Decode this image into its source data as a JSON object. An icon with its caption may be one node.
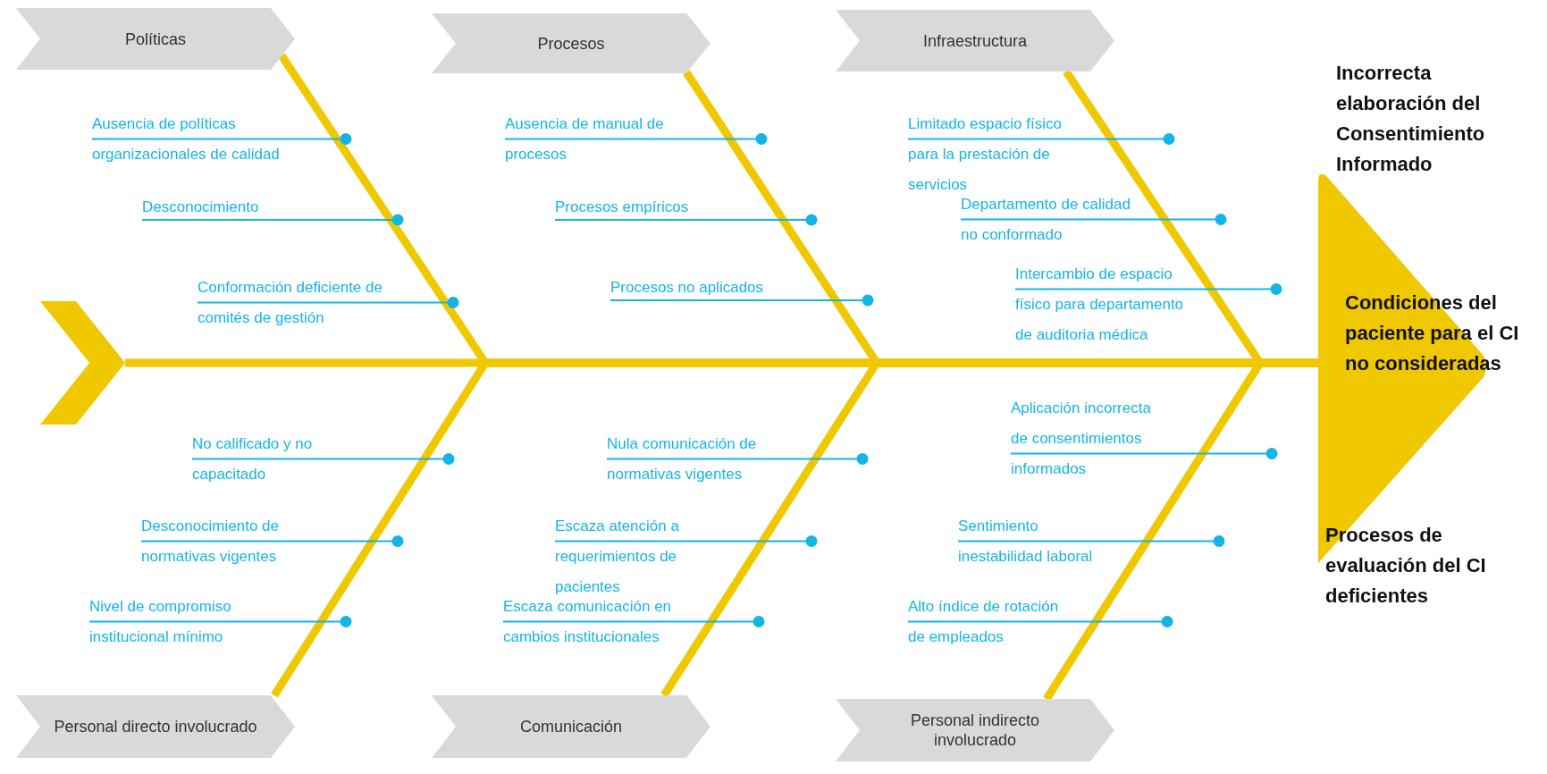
{
  "diagram": {
    "nodes": [
      {
        "text": [
          "Políticas"
        ]
      },
      {
        "text": [
          "Ausencia de políticas organizacionales de calidad"
        ]
      },
      {
        "text": [
          "Desconocimiento"
        ]
      },
      {
        "text": [
          "Conformación deficiente de comités de gestión"
        ]
      },
      {
        "text": [
          "Procesos"
        ]
      },
      {
        "text": [
          "Ausencia de manual de procesos"
        ]
      },
      {
        "text": [
          "Procesos empíricos"
        ]
      },
      {
        "text": [
          "Procesos no aplicados"
        ]
      },
      {
        "text": [
          "Infraestructura"
        ]
      },
      {
        "text": [
          "Limitado espacio físico para la prestación de servicios"
        ]
      },
      {
        "text": [
          "Departamento de calidad no conformado"
        ]
      },
      {
        "text": [
          "Intercambio de espacio físico para departamento de auditoria médica"
        ]
      },
      {
        "text": [],
        "shape": "chevron"
      },
      {
        "text": [
          "Incorrecta elaboración del Consentimiento Informado",
          "Condiciones del paciente para el CI no consideradas",
          "Procesos de evaluación del CI deficientes"
        ]
      },
      {
        "text": [
          "Personal directo involucrado"
        ]
      },
      {
        "text": [
          "No calificado y no capacitado"
        ]
      },
      {
        "text": [
          "Desconocimiento de normativas vigentes"
        ]
      },
      {
        "text": [
          "Nivel de compromiso institucional mínimo"
        ]
      },
      {
        "text": [
          "Comunicación"
        ]
      },
      {
        "text": [
          "Nula comunicación de normativas vigentes"
        ]
      },
      {
        "text": [
          "Escaza atención a requerimientos de pacientes"
        ]
      },
      {
        "text": [
          "Escaza comunicación en cambios institucionales"
        ]
      },
      {
        "text": [
          "Personal indirecto involucrado"
        ]
      },
      {
        "text": [
          "Aplicación incorrecta de consentimientos informados"
        ]
      },
      {
        "text": [
          "Sentimiento inestabilidad laboral"
        ]
      },
      {
        "text": [
          "Alto índice de rotación de empleados"
        ]
      }
    ],
    "edges": [
      {
        "from": 12,
        "to": 13,
        "arrow": "none",
        "style": "thick",
        "color": "#f0c800"
      },
      {
        "from": 0,
        "to": 13,
        "arrow": "none",
        "style": "thick",
        "color": "#f0c800"
      },
      {
        "from": 4,
        "to": 13,
        "arrow": "none",
        "style": "thick",
        "color": "#f0c800"
      },
      {
        "from": 8,
        "to": 13,
        "arrow": "none",
        "style": "thick",
        "color": "#f0c800"
      },
      {
        "from": 14,
        "to": 13,
        "arrow": "none",
        "style": "thick",
        "color": "#f0c800"
      },
      {
        "from": 18,
        "to": 13,
        "arrow": "none",
        "style": "thick",
        "color": "#f0c800"
      },
      {
        "from": 22,
        "to": 13,
        "arrow": "none",
        "style": "thick",
        "color": "#f0c800"
      },
      {
        "from": 1,
        "to": null,
        "arrow": "other"
      },
      {
        "from": 2,
        "to": null,
        "arrow": "other"
      },
      {
        "from": 3,
        "to": null,
        "arrow": "other"
      },
      {
        "from": 5,
        "to": null,
        "arrow": "other"
      },
      {
        "from": 6,
        "to": null,
        "arrow": "other"
      },
      {
        "from": 7,
        "to": null,
        "arrow": "other"
      },
      {
        "from": 9,
        "to": null,
        "arrow": "other"
      },
      {
        "from": 10,
        "to": null,
        "arrow": "other"
      },
      {
        "from": 11,
        "to": null,
        "arrow": "other"
      },
      {
        "from": 15,
        "to": null,
        "arrow": "other"
      },
      {
        "from": 16,
        "to": null,
        "arrow": "other"
      },
      {
        "from": 17,
        "to": null,
        "arrow": "other"
      },
      {
        "from": 19,
        "to": null,
        "arrow": "other"
      },
      {
        "from": 20,
        "to": null,
        "arrow": "other"
      },
      {
        "from": 21,
        "to": null,
        "arrow": "other"
      },
      {
        "from": 23,
        "to": null,
        "arrow": "other"
      },
      {
        "from": 24,
        "to": null,
        "arrow": "other"
      },
      {
        "from": 25,
        "to": null,
        "arrow": "other"
      }
    ]
  }
}
